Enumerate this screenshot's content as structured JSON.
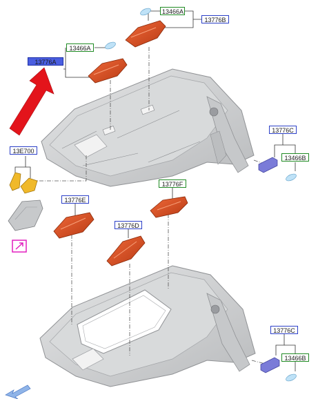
{
  "labels": {
    "top_green_right": "13466A",
    "top_blue_right": "13776B",
    "top_green_left": "13466A",
    "top_blue_left_selected": "13776A",
    "side_blue_right": "13776C",
    "side_green_right": "13466B",
    "module_13e700": "13E700",
    "mid_green_f": "13776F",
    "mid_blue_e": "13776E",
    "mid_blue_d": "13776D",
    "bottom_blue_right": "13776C",
    "bottom_green_right": "13466B"
  },
  "colors": {
    "headliner": "#cfd1d3",
    "lamp_red": "#d94e22",
    "arrow_red": "#e3141b",
    "bracket_purple": "#7a7bd8",
    "bulb_blue": "#bfe2f7",
    "module_yellow": "#f0b92a",
    "label_blue": "#2b3fc7",
    "label_green": "#1e8a22",
    "magenta": "#e21fbf"
  },
  "icons": {
    "big_arrow": "red-pointer-arrow",
    "nav_arrow": "back-arrow-icon",
    "link_icon": "external-link-icon"
  }
}
